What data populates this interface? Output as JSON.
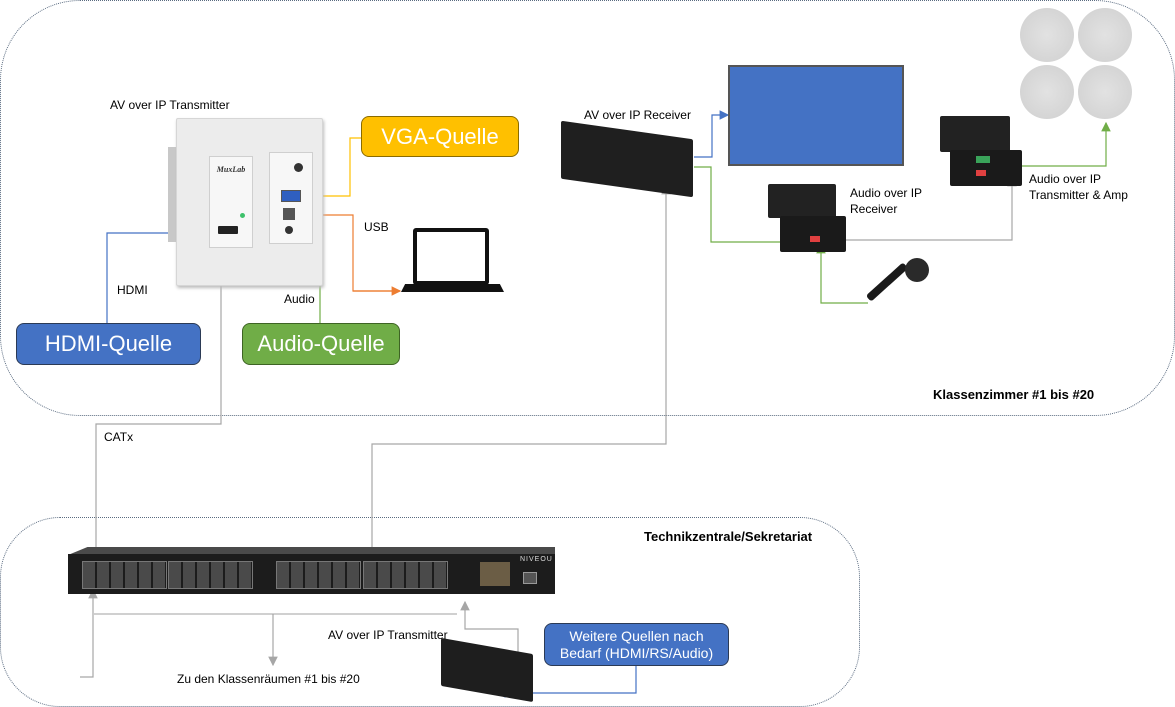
{
  "zones": {
    "classroom": {
      "title": "Klassenzimmer #1 bis #20"
    },
    "tech_center": {
      "title": "Technikzentrale/Sekretariat"
    }
  },
  "devices": {
    "wall_transmitter": {
      "label": "AV over IP Transmitter",
      "brand": "MuxLab"
    },
    "av_receiver": {
      "label": "AV over IP Receiver"
    },
    "audio_receiver": {
      "label_line1": "Audio over IP",
      "label_line2": "Receiver"
    },
    "audio_transmitter_amp": {
      "label_line1": "Audio over IP",
      "label_line2": "Transmitter & Amp"
    },
    "tech_transmitter": {
      "label": "AV over IP Transmitter"
    },
    "switch": {
      "brand": "NIVEOU"
    }
  },
  "sources": {
    "vga": {
      "label": "VGA-Quelle",
      "color": "#ffc000"
    },
    "hdmi": {
      "label": "HDMI-Quelle",
      "color": "#4472c4"
    },
    "audio": {
      "label": "Audio-Quelle",
      "color": "#70ad47"
    },
    "more": {
      "label_line1": "Weitere Quellen nach",
      "label_line2": "Bedarf (HDMI/RS/Audio)",
      "color": "#4472c4"
    }
  },
  "connections": {
    "hdmi": "HDMI",
    "usb": "USB",
    "audio": "Audio",
    "catx": "CATx",
    "to_classrooms": "Zu den Klassenräumen #1 bis #20"
  },
  "wire_colors": {
    "hdmi": "#4472c4",
    "vga": "#ffc000",
    "usb": "#ed7d31",
    "audio": "#70ad47",
    "network": "#a6a6a6"
  }
}
